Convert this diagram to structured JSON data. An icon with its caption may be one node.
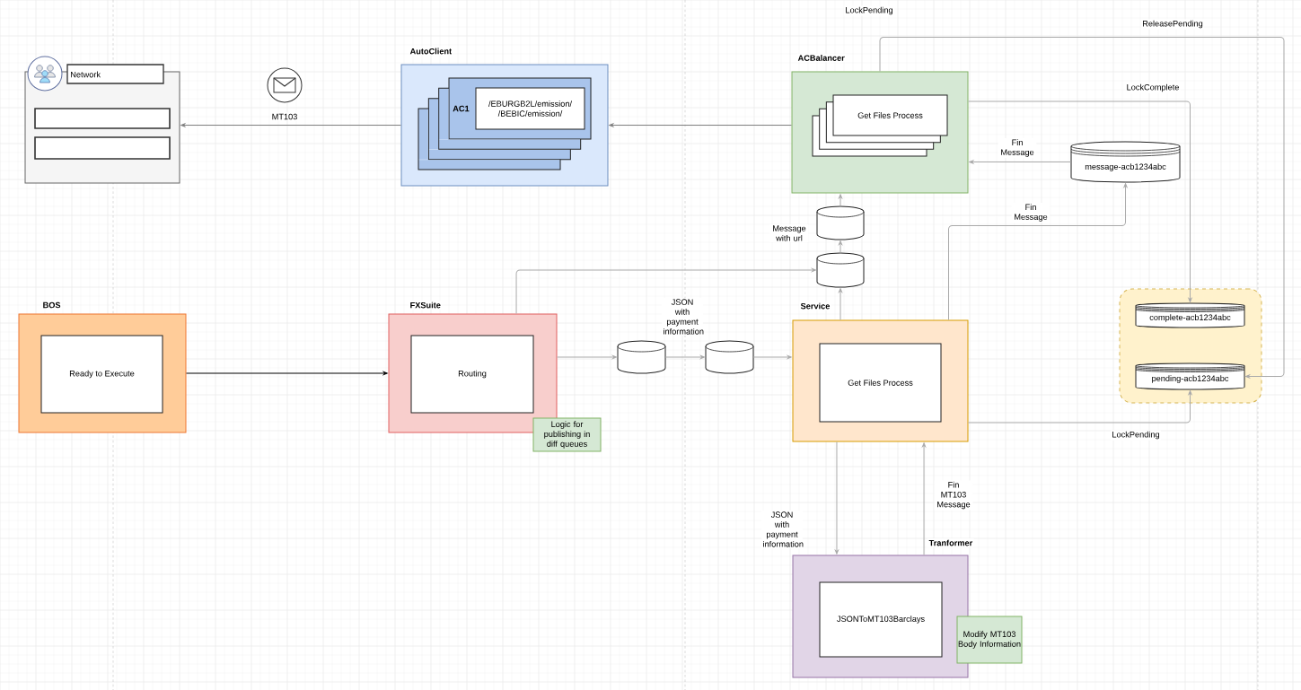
{
  "diagram": {
    "nodes": [
      {
        "text": [
          "Network"
        ]
      },
      {
        "text": [],
        "shape": "box",
        "in": 0
      },
      {
        "text": [],
        "shape": "box",
        "in": 0
      },
      {
        "text": [
          "AutoClient"
        ]
      },
      {
        "text": [
          "AC1"
        ],
        "in": 3
      },
      {
        "text": [
          "/EBURGB2L/emission/ /BEBIC/emission/"
        ],
        "in": 4
      },
      {
        "text": [
          "ACBalancer"
        ]
      },
      {
        "text": [
          "Get Files Process"
        ],
        "in": 6
      },
      {
        "text": [
          "message-acb1234abc"
        ]
      },
      {
        "text": [],
        "shape": "cylinder"
      },
      {
        "text": [],
        "shape": "cylinder"
      },
      {
        "text": [
          "BOS"
        ]
      },
      {
        "text": [
          "Ready to Execute"
        ],
        "in": 11
      },
      {
        "text": [
          "FXSuite"
        ]
      },
      {
        "text": [
          "Routing"
        ],
        "in": 13
      },
      {
        "text": [
          "Logic for publishing in diff queues"
        ]
      },
      {
        "text": [],
        "shape": "cylinder"
      },
      {
        "text": [],
        "shape": "cylinder"
      },
      {
        "text": [
          "Service"
        ]
      },
      {
        "text": [
          "Get Files Process"
        ],
        "in": 18
      },
      {
        "text": [],
        "shape": "box"
      },
      {
        "text": [
          "complete-acb1234abc"
        ],
        "in": 20
      },
      {
        "text": [
          "pending-acb1234abc"
        ],
        "in": 20
      },
      {
        "text": [
          "Tranformer"
        ]
      },
      {
        "text": [
          "JSONToMT103Barclays"
        ],
        "in": 23
      },
      {
        "text": [
          "Modify MT103 Body Information"
        ]
      }
    ],
    "edges": [
      {
        "from": 3,
        "to": 0,
        "arrow": "to",
        "label": "MT103",
        "color": "#808080"
      },
      {
        "from": 6,
        "to": 3,
        "arrow": "to",
        "color": "#808080"
      },
      {
        "from": 8,
        "to": 6,
        "arrow": "to",
        "label": "Fin Message"
      },
      {
        "from": 9,
        "to": 6,
        "arrow": "to"
      },
      {
        "from": 10,
        "to": 9,
        "arrow": "to",
        "label": "Message with url"
      },
      {
        "from": 18,
        "to": 10,
        "arrow": "to"
      },
      {
        "from": 13,
        "to": 10,
        "arrow": "to"
      },
      {
        "from": 13,
        "to": 16,
        "arrow": "to"
      },
      {
        "from": 16,
        "to": 17,
        "arrow": "to",
        "label": "JSON with payment information"
      },
      {
        "from": 17,
        "to": 18,
        "arrow": "to"
      },
      {
        "from": 11,
        "to": 13,
        "arrow": "to",
        "color": "#000000"
      },
      {
        "from": 18,
        "to": 8,
        "arrow": "to",
        "label": "Fin Message"
      },
      {
        "from": 6,
        "to": 21,
        "arrow": "to",
        "label": "LockComplete"
      },
      {
        "from": 6,
        "to": 22,
        "arrow": "to",
        "label": "ReleasePending"
      },
      {
        "from": 18,
        "to": 22,
        "arrow": "to",
        "label": "LockPending"
      },
      {
        "from": 18,
        "to": 23,
        "arrow": "to",
        "label": "JSON with payment information"
      },
      {
        "from": 23,
        "to": 18,
        "arrow": "to",
        "label": "Fin MT103 Message"
      }
    ],
    "labels": [
      "LockPending"
    ]
  }
}
